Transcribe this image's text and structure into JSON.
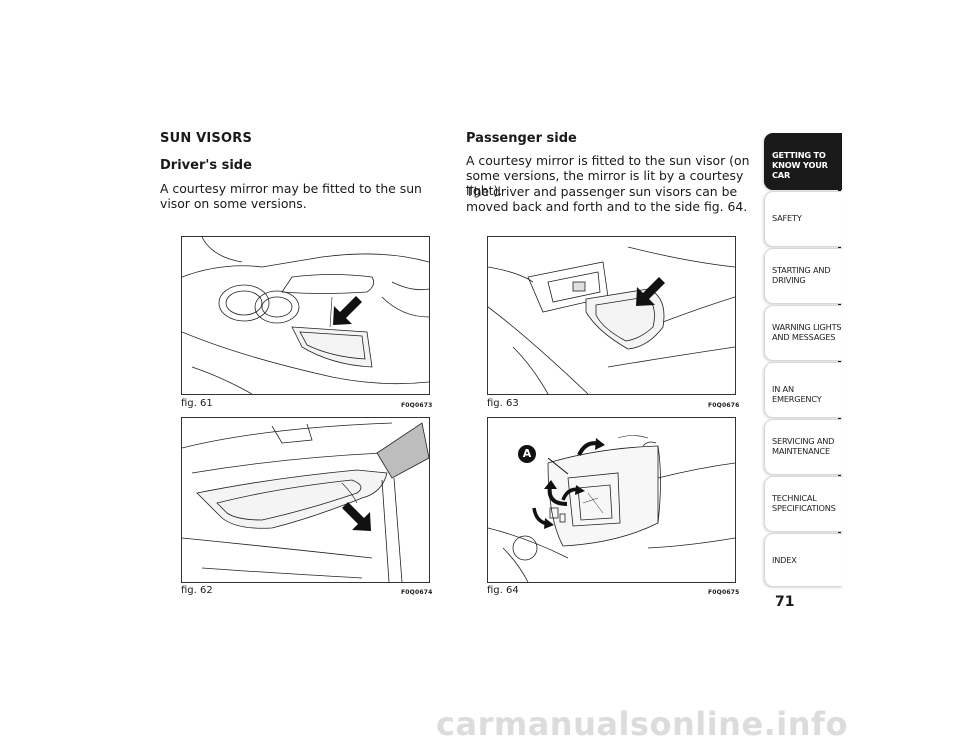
{
  "left_column": {
    "section_title": "SUN VISORS",
    "subheading": "Driver's side",
    "paragraph": "A courtesy mirror may be fitted to the sun visor on some versions."
  },
  "right_column": {
    "subheading": "Passenger side",
    "paragraph1": "A courtesy mirror is fitted to the sun visor (on some versions, the mirror is lit by a courtesy light).",
    "paragraph2": "The driver and passenger sun visors can be moved back and forth and to the side fig. 64."
  },
  "figures": {
    "fig61": {
      "caption": "fig. 61",
      "code": "F0Q0673"
    },
    "fig62": {
      "caption": "fig. 62",
      "code": "F0Q0674"
    },
    "fig63": {
      "caption": "fig. 63",
      "code": "F0Q0676"
    },
    "fig64": {
      "caption": "fig. 64",
      "code": "F0Q0675",
      "callout": "A"
    }
  },
  "tabs": [
    {
      "line1": "GETTING TO",
      "line2": "KNOW YOUR CAR",
      "active": true
    },
    {
      "line1": "SAFETY",
      "line2": ""
    },
    {
      "line1": "STARTING AND",
      "line2": "DRIVING"
    },
    {
      "line1": "WARNING LIGHTS",
      "line2": "AND MESSAGES"
    },
    {
      "line1": "IN AN EMERGENCY",
      "line2": ""
    },
    {
      "line1": "SERVICING AND",
      "line2": "MAINTENANCE"
    },
    {
      "line1": "TECHNICAL",
      "line2": "SPECIFICATIONS"
    },
    {
      "line1": "INDEX",
      "line2": ""
    }
  ],
  "page_number": "71",
  "watermark": "carmanualsonline.info"
}
